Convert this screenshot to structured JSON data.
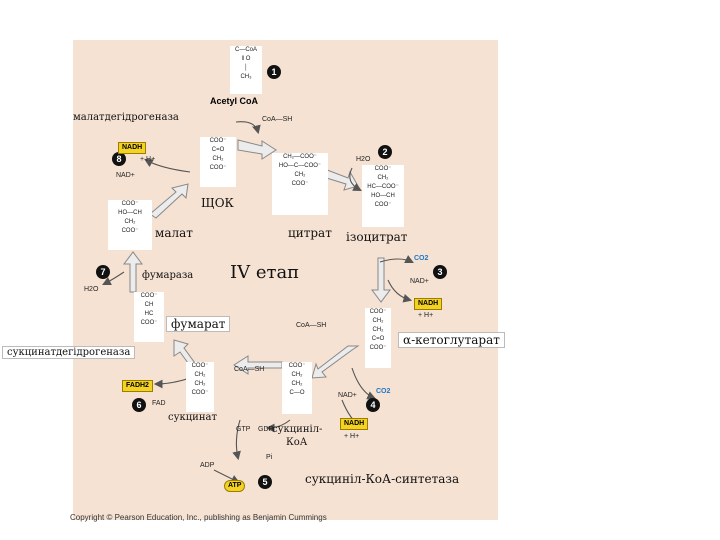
{
  "title": "IV етап",
  "center_label": "ЩОК",
  "acetyl": "Acetyl CoA",
  "coa_sh": "CoA—SH",
  "labels": {
    "malate_dh": "малатдегідрогеназа",
    "malate": "малат",
    "citrate": "цитрат",
    "isocitrate": "ізоцитрат",
    "fumarase": "фумараза",
    "fumarate": "фумарат",
    "akg": "α-кетоглутарат",
    "succ_dh": "сукцинатдегідрогеназа",
    "succinate": "сукцинат",
    "succinyl_coa_1": "сукциніл-",
    "succinyl_coa_2": "КоА",
    "synthetase": "сукциніл-КоА-синтетаза"
  },
  "steps": [
    "1",
    "2",
    "3",
    "4",
    "5",
    "6",
    "7",
    "8"
  ],
  "cofactors": {
    "nadh": "NADH",
    "nad": "NAD+",
    "h": "+ H+",
    "h2o": "H2O",
    "co2": "CO2",
    "fadh2": "FADH2",
    "fad": "FAD",
    "gtp": "GTP",
    "gdp": "GDP",
    "pi": "Pi",
    "adp": "ADP",
    "atp": "ATP"
  },
  "copyright": "Copyright © Pearson Education, Inc., publishing as Benjamin Cummings",
  "colors": {
    "panel": "#f5e2d3",
    "nadh_box": "#f4d224",
    "co2": "#1f78c8",
    "arrow": "#e9e9e9"
  }
}
